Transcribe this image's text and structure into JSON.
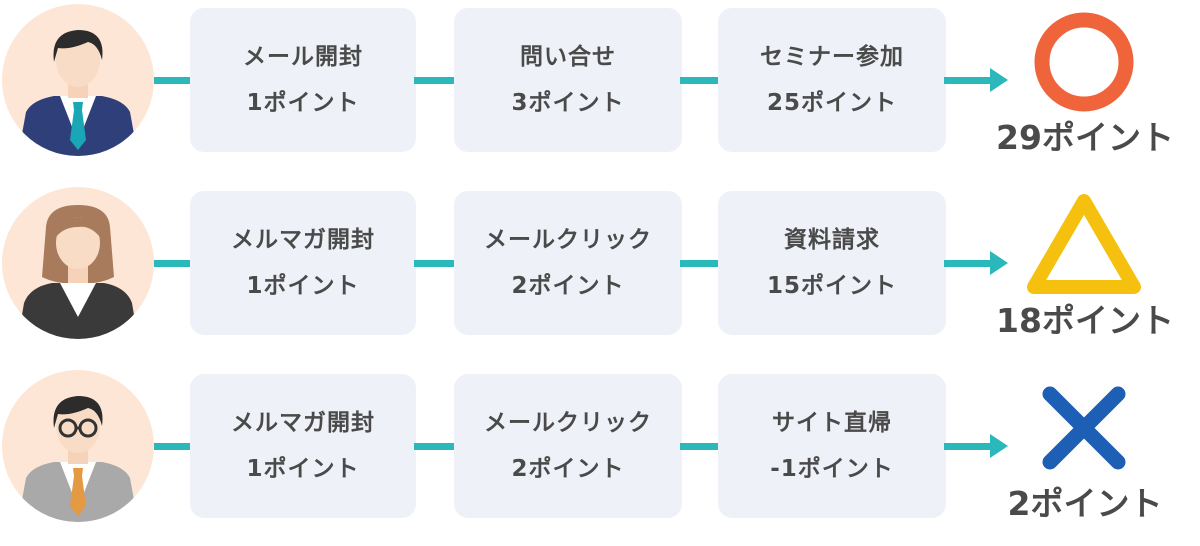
{
  "rows": [
    {
      "steps": [
        {
          "action": "メール開封",
          "points": "1ポイント"
        },
        {
          "action": "問い合せ",
          "points": "3ポイント"
        },
        {
          "action": "セミナー参加",
          "points": "25ポイント"
        }
      ],
      "result": {
        "symbol": "circle",
        "color": "#f0643c",
        "total": "29ポイント"
      }
    },
    {
      "steps": [
        {
          "action": "メルマガ開封",
          "points": "1ポイント"
        },
        {
          "action": "メールクリック",
          "points": "2ポイント"
        },
        {
          "action": "資料請求",
          "points": "15ポイント"
        }
      ],
      "result": {
        "symbol": "triangle",
        "color": "#f5c10e",
        "total": "18ポイント"
      }
    },
    {
      "steps": [
        {
          "action": "メルマガ開封",
          "points": "1ポイント"
        },
        {
          "action": "メールクリック",
          "points": "2ポイント"
        },
        {
          "action": "サイト直帰",
          "points": "-1ポイント"
        }
      ],
      "result": {
        "symbol": "cross",
        "color": "#1c5fb4",
        "total": "2ポイント"
      }
    }
  ],
  "colors": {
    "connector": "#2bb8bb",
    "box_bg": "#eef1f7",
    "text": "#4a4a4a",
    "avatar_bg": "#fde6d6"
  },
  "icons": [
    "businessman-avatar-icon",
    "businesswoman-avatar-icon",
    "glasses-man-avatar-icon",
    "circle-mark-icon",
    "triangle-mark-icon",
    "cross-mark-icon",
    "arrow-right-icon"
  ]
}
